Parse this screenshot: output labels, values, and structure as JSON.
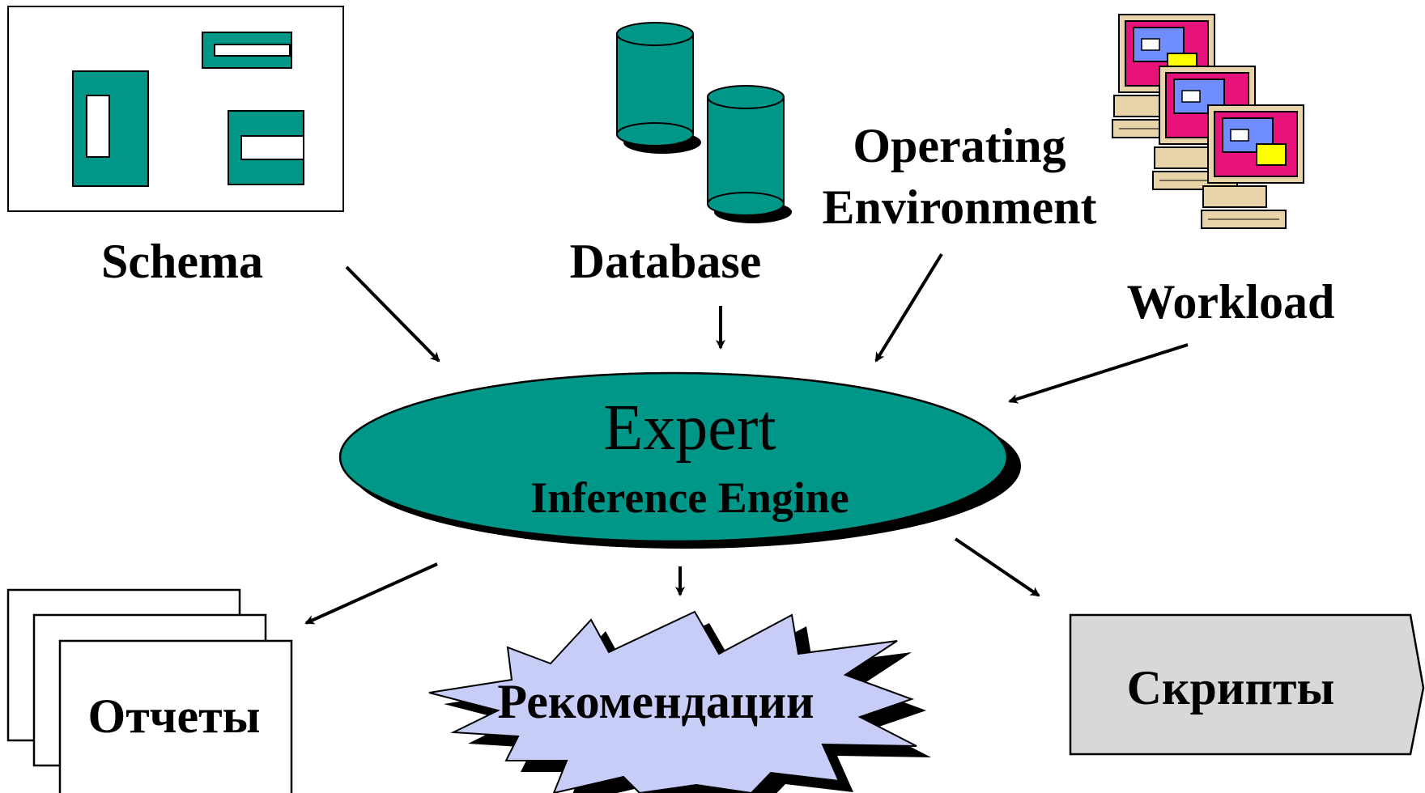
{
  "colors": {
    "teal": "#009688",
    "outline": "#000000",
    "burst_fill": "#c8cdf8",
    "scripts_fill": "#d8d8d8",
    "monitor_beige": "#e8d4a8",
    "screen_magenta": "#e8127a",
    "screen_blue": "#6f8dff",
    "screen_yellow": "#ffff00"
  },
  "inputs": {
    "schema": "Schema",
    "database": "Database",
    "operating_environment_line1": "Operating",
    "operating_environment_line2": "Environment",
    "workload": "Workload"
  },
  "engine": {
    "title": "Expert",
    "subtitle": "Inference Engine"
  },
  "outputs": {
    "reports": "Отчеты",
    "recommendations": "Рекомендации",
    "scripts": "Скрипты"
  },
  "icons": [
    "schema-diagram-icon",
    "database-cylinder-icon",
    "computer-workstation-icon",
    "document-stack-icon",
    "starburst-icon",
    "pentagon-arrow-icon"
  ]
}
